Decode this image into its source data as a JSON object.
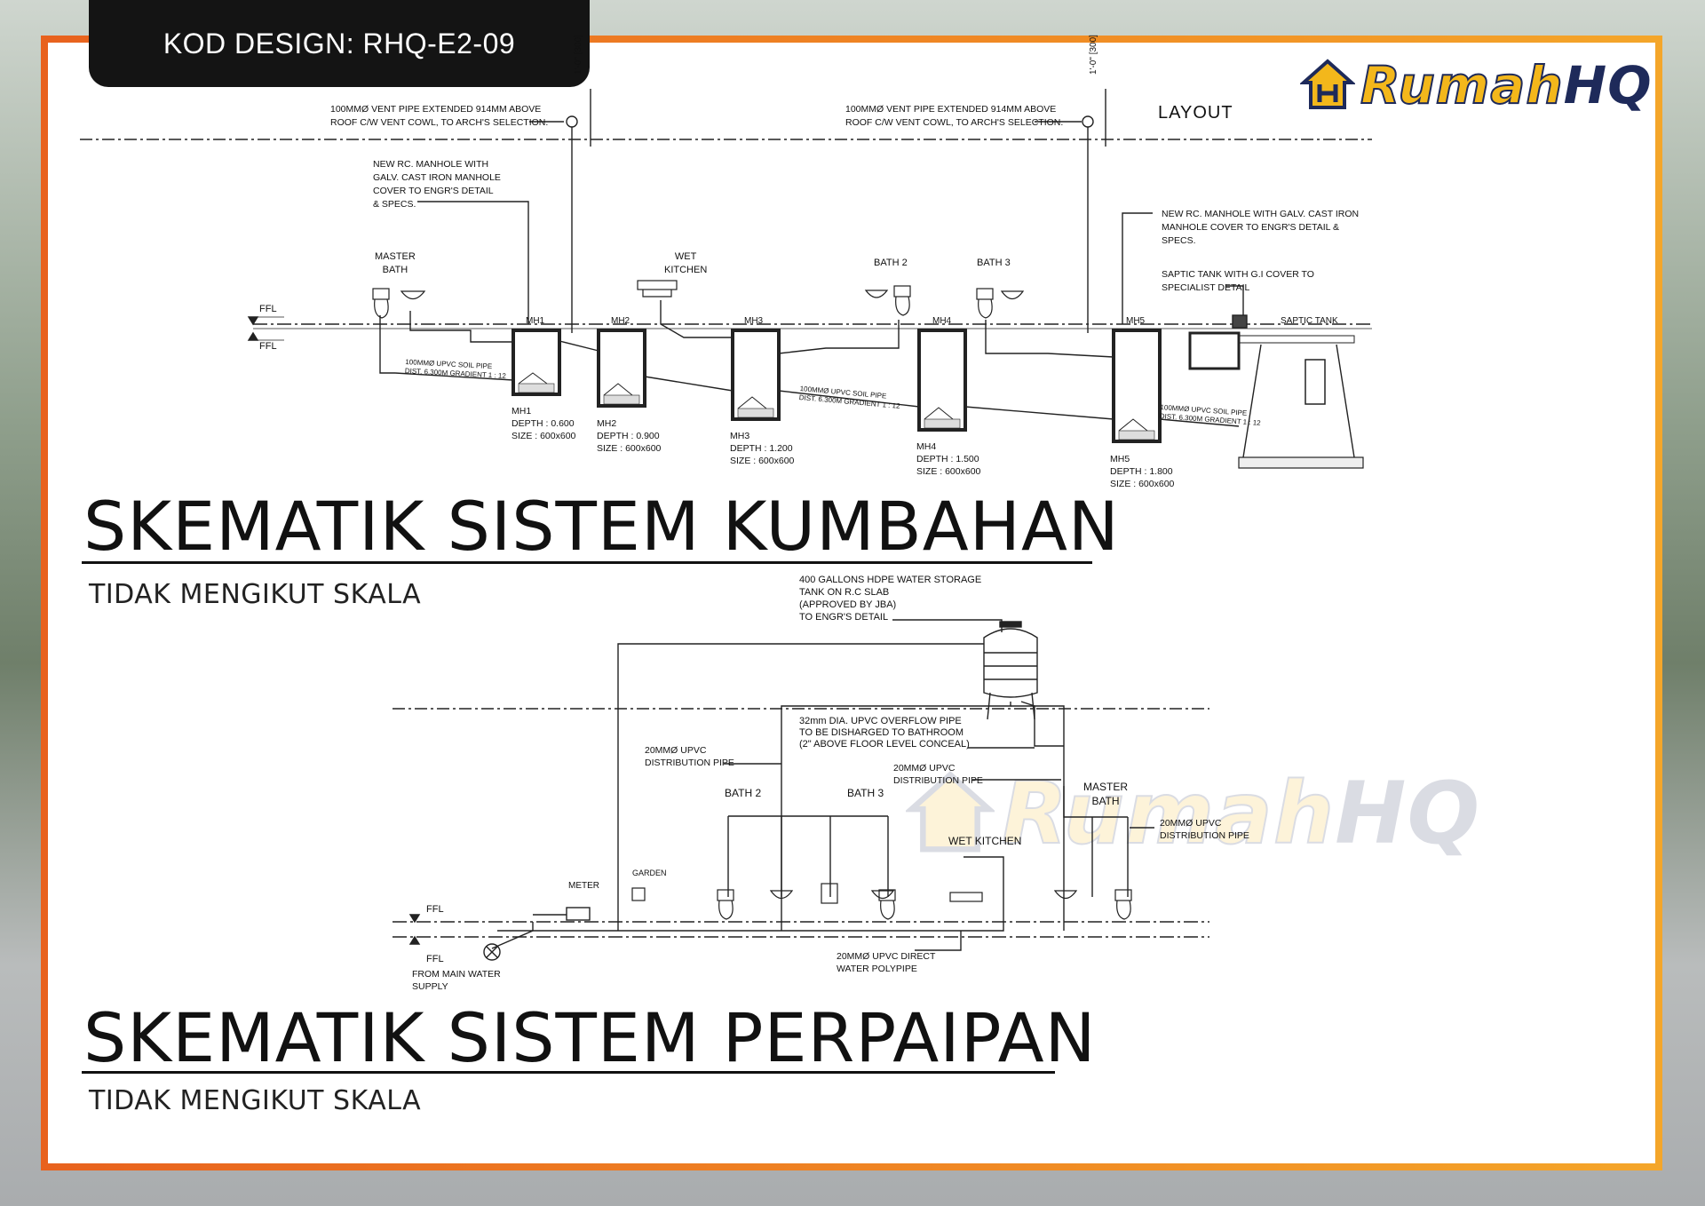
{
  "header": {
    "design_code": "KOD DESIGN: RHQ-E2-09"
  },
  "brand": {
    "name_a": "Rumah",
    "name_b": "HQ",
    "colors": {
      "gold": "#f3b71b",
      "navy": "#1e2a5a",
      "frame_orange": "#f08a24"
    }
  },
  "sewerage": {
    "title": "SKEMATIK SISTEM KUMBAHAN",
    "subtitle": "TIDAK MENGIKUT SKALA",
    "layout_label": "LAYOUT",
    "vent_note_1": [
      "100MMØ VENT PIPE EXTENDED 914MM ABOVE",
      "ROOF C/W VENT COWL, TO ARCH'S SELECTION."
    ],
    "vent_note_2": [
      "100MMØ VENT PIPE EXTENDED 914MM ABOVE",
      "ROOF C/W VENT COWL, TO ARCH'S SELECTION."
    ],
    "dim_label": "1'-0\" [300]",
    "manhole_note": [
      "NEW RC. MANHOLE WITH",
      "GALV. CAST IRON MANHOLE",
      "COVER TO ENGR'S DETAIL",
      "& SPECS."
    ],
    "manhole_note_2": [
      "NEW RC. MANHOLE WITH GALV. CAST IRON",
      "MANHOLE COVER TO ENGR'S DETAIL &",
      "SPECS."
    ],
    "septic_note": [
      "SAPTIC TANK WITH G.I COVER TO",
      "SPECIALIST DETAIL"
    ],
    "septic_label": "SAPTIC TANK",
    "rooms": {
      "master": [
        "MASTER",
        "BATH"
      ],
      "wet": [
        "WET",
        "KITCHEN"
      ],
      "bath2": "BATH 2",
      "bath3": "BATH 3"
    },
    "ffl_top": "FFL",
    "ffl_bot": "FFL",
    "pipe_note": [
      "100MMØ UPVC SOIL PIPE",
      "DIST. 6.300M GRADIENT 1 : 12"
    ],
    "manholes": [
      {
        "name": "MH1",
        "depth": "DEPTH : 0.600",
        "size": "SIZE   : 600x600"
      },
      {
        "name": "MH2",
        "depth": "DEPTH : 0.900",
        "size": "SIZE   : 600x600"
      },
      {
        "name": "MH3",
        "depth": "DEPTH : 1.200",
        "size": "SIZE   : 600x600"
      },
      {
        "name": "MH4",
        "depth": "DEPTH : 1.500",
        "size": "SIZE   : 600x600"
      },
      {
        "name": "MH5",
        "depth": "DEPTH : 1.800",
        "size": "SIZE   : 600x600"
      }
    ]
  },
  "plumbing": {
    "title": "SKEMATIK SISTEM PERPAIPAN",
    "subtitle": "TIDAK MENGIKUT SKALA",
    "tank_note": [
      "400 GALLONS HDPE WATER STORAGE",
      "TANK ON R.C SLAB",
      "(APPROVED BY JBA)",
      "TO ENGR'S DETAIL"
    ],
    "overflow_note": [
      "32mm DIA. UPVC OVERFLOW PIPE",
      "TO BE DISHARGED TO BATHROOM",
      "(2\" ABOVE FLOOR LEVEL CONCEAL)"
    ],
    "dist_pipe_1": [
      "20MMØ UPVC",
      "DISTRIBUTION PIPE"
    ],
    "dist_pipe_2": [
      "20MMØ UPVC",
      "DISTRIBUTION PIPE"
    ],
    "dist_pipe_3": [
      "20MMØ UPVC",
      "DISTRIBUTION PIPE"
    ],
    "direct_pipe": [
      "20MMØ UPVC DIRECT",
      "WATER POLYPIPE"
    ],
    "main_supply": [
      "FROM MAIN WATER",
      "SUPPLY"
    ],
    "meter": "METER",
    "garden": "GARDEN",
    "rooms": {
      "bath2": "BATH 2",
      "bath3": "BATH 3",
      "wet": "WET KITCHEN",
      "master": [
        "MASTER",
        "BATH"
      ]
    },
    "ffl": "FFL"
  }
}
